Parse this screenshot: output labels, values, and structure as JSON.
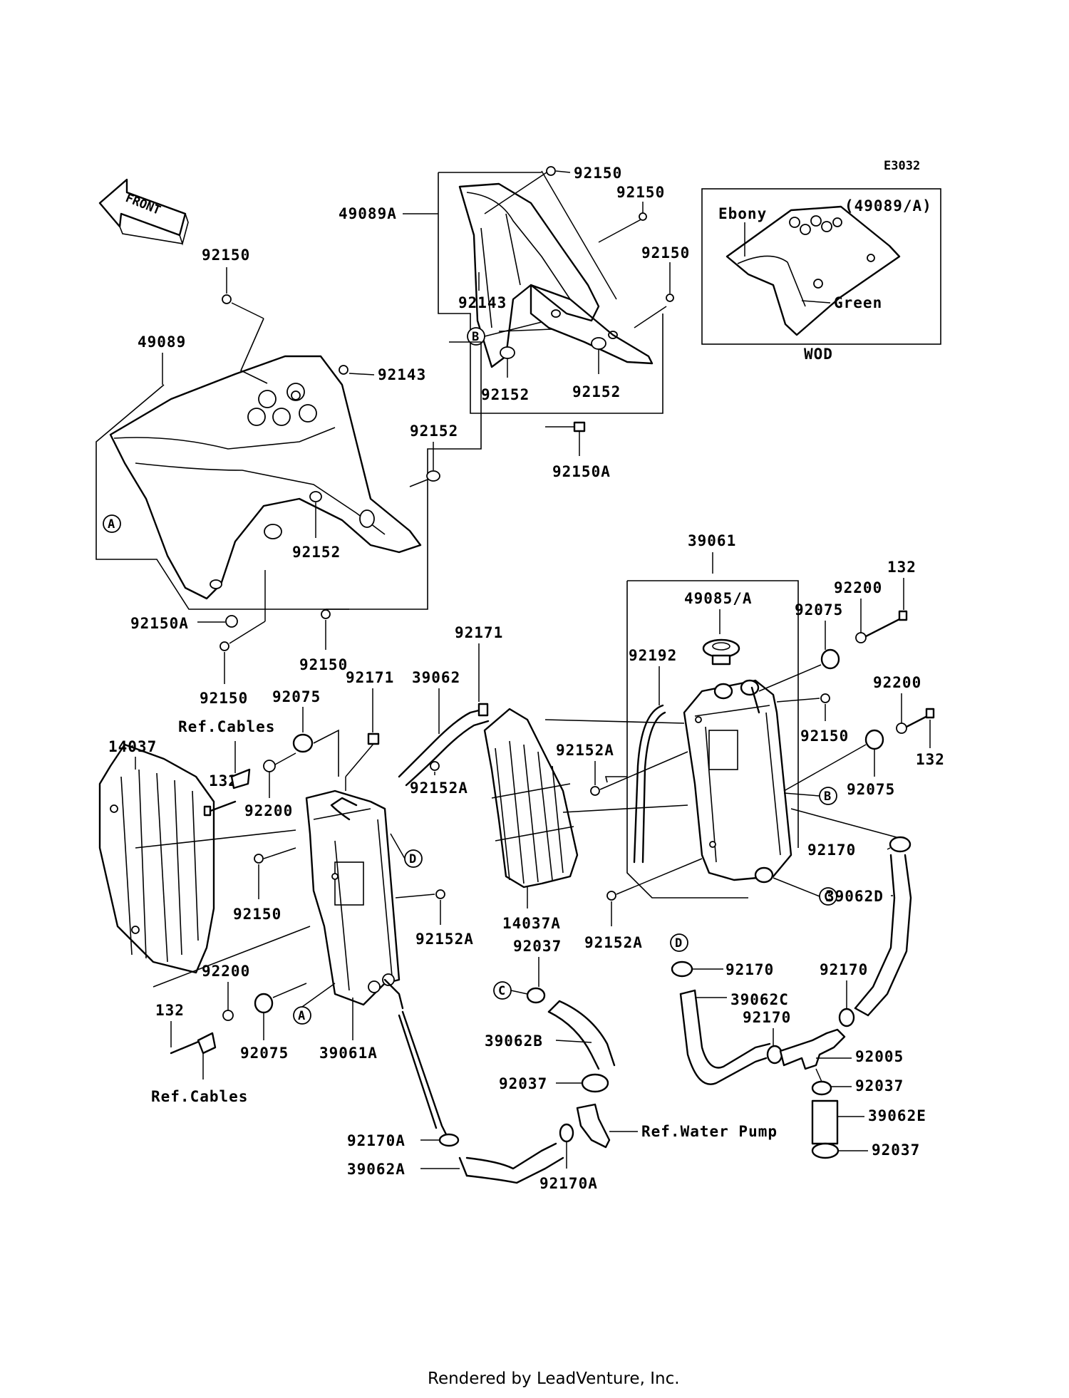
{
  "diagram_code": "E3032",
  "front_label": "FRONT",
  "footer": "Rendered by LeadVenture, Inc.",
  "inset": {
    "title": "(49089/A)",
    "colors": [
      "Ebony",
      "Green"
    ],
    "model": "WOD"
  },
  "callout_letters": [
    "A",
    "B",
    "C",
    "D"
  ],
  "references": {
    "cables": "Ref.Cables",
    "water_pump": "Ref.Water Pump"
  },
  "part_numbers": {
    "p92150": "92150",
    "p92150A": "92150A",
    "p92143": "92143",
    "p92152": "92152",
    "p49089": "49089",
    "p49089A": "49089A",
    "p39061": "39061",
    "p39061A": "39061A",
    "p49085A": "49085/A",
    "p92075": "92075",
    "p92200": "92200",
    "p132": "132",
    "p92192": "92192",
    "p92171": "92171",
    "p39062": "39062",
    "p14037": "14037",
    "p14037A": "14037A",
    "p92152A": "92152A",
    "p92170": "92170",
    "p92170A": "92170A",
    "p39062A": "39062A",
    "p39062B": "39062B",
    "p39062C": "39062C",
    "p39062D": "39062D",
    "p39062E": "39062E",
    "p92037": "92037",
    "p92005": "92005"
  }
}
